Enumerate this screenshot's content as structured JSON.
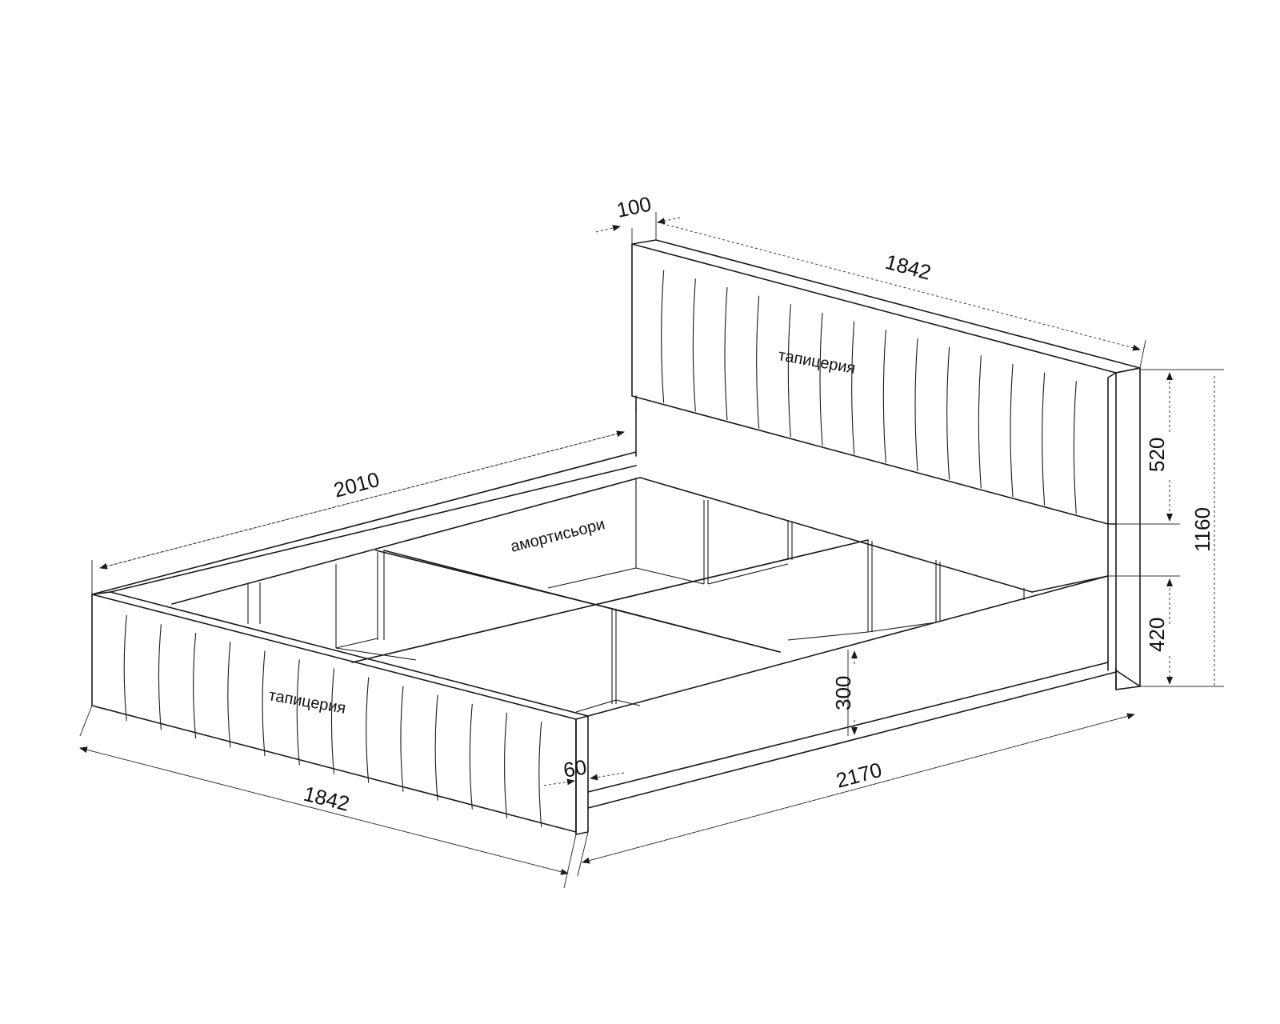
{
  "dimensions": {
    "head_thickness": "100",
    "head_width": "1842",
    "side_length": "2010",
    "foot_width": "1842",
    "total_length": "2170",
    "foot_thickness": "60",
    "rail_height": "300",
    "panel_height": "520",
    "total_height": "1160",
    "base_height": "420"
  },
  "labels": {
    "headboard_upholstery": "тапицерия",
    "footboard_upholstery": "тапицерия",
    "shock_absorbers": "амортисьори"
  }
}
